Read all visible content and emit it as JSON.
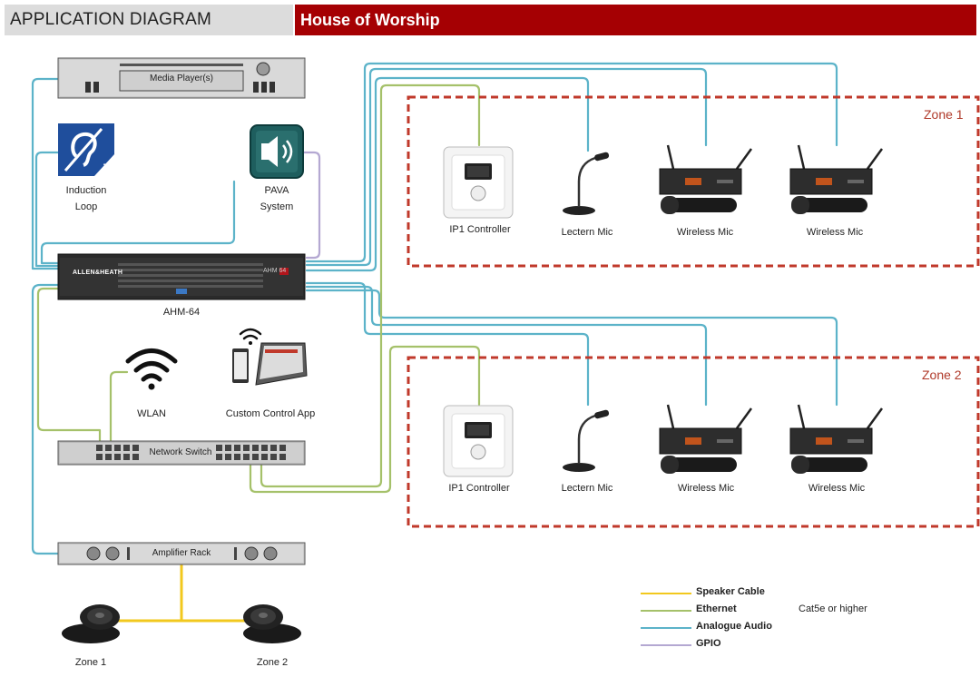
{
  "header": {
    "left_title": "APPLICATION DIAGRAM",
    "right_title": "House of Worship"
  },
  "devices": {
    "media_player": "Media Player(s)",
    "induction_loop": [
      "Induction",
      "Loop"
    ],
    "pava_system": [
      "PAVA",
      "System"
    ],
    "ahm64": "AHM-64",
    "ahm_brand": "ALLEN&HEATH",
    "ahm_model": "AHM 64",
    "wlan": "WLAN",
    "custom_control_app": "Custom Control App",
    "network_switch": "Network Switch",
    "amplifier_rack": "Amplifier Rack",
    "speaker_zone1": "Zone 1",
    "speaker_zone2": "Zone 2",
    "loop_badge": "T"
  },
  "zones": [
    {
      "name": "Zone 1",
      "devices": [
        "IP1 Controller",
        "Lectern Mic",
        "Wireless Mic",
        "Wireless Mic"
      ]
    },
    {
      "name": "Zone 2",
      "devices": [
        "IP1 Controller",
        "Lectern Mic",
        "Wireless Mic",
        "Wireless Mic"
      ]
    }
  ],
  "legend": {
    "items": [
      {
        "label": "Speaker Cable",
        "color": "#f2c81e"
      },
      {
        "label": "Ethernet",
        "color": "#a5c16a"
      },
      {
        "label": "Analogue Audio",
        "color": "#5cb3c9"
      },
      {
        "label": "GPIO",
        "color": "#b4a8d2"
      }
    ],
    "note": "Cat5e or higher"
  },
  "colors": {
    "speaker": "#f2c81e",
    "ethernet": "#a5c16a",
    "analogue": "#5cb3c9",
    "gpio": "#b4a8d2",
    "zone_border": "#c0392b",
    "header_red": "#a50003",
    "header_grey": "#dcdcdc"
  }
}
